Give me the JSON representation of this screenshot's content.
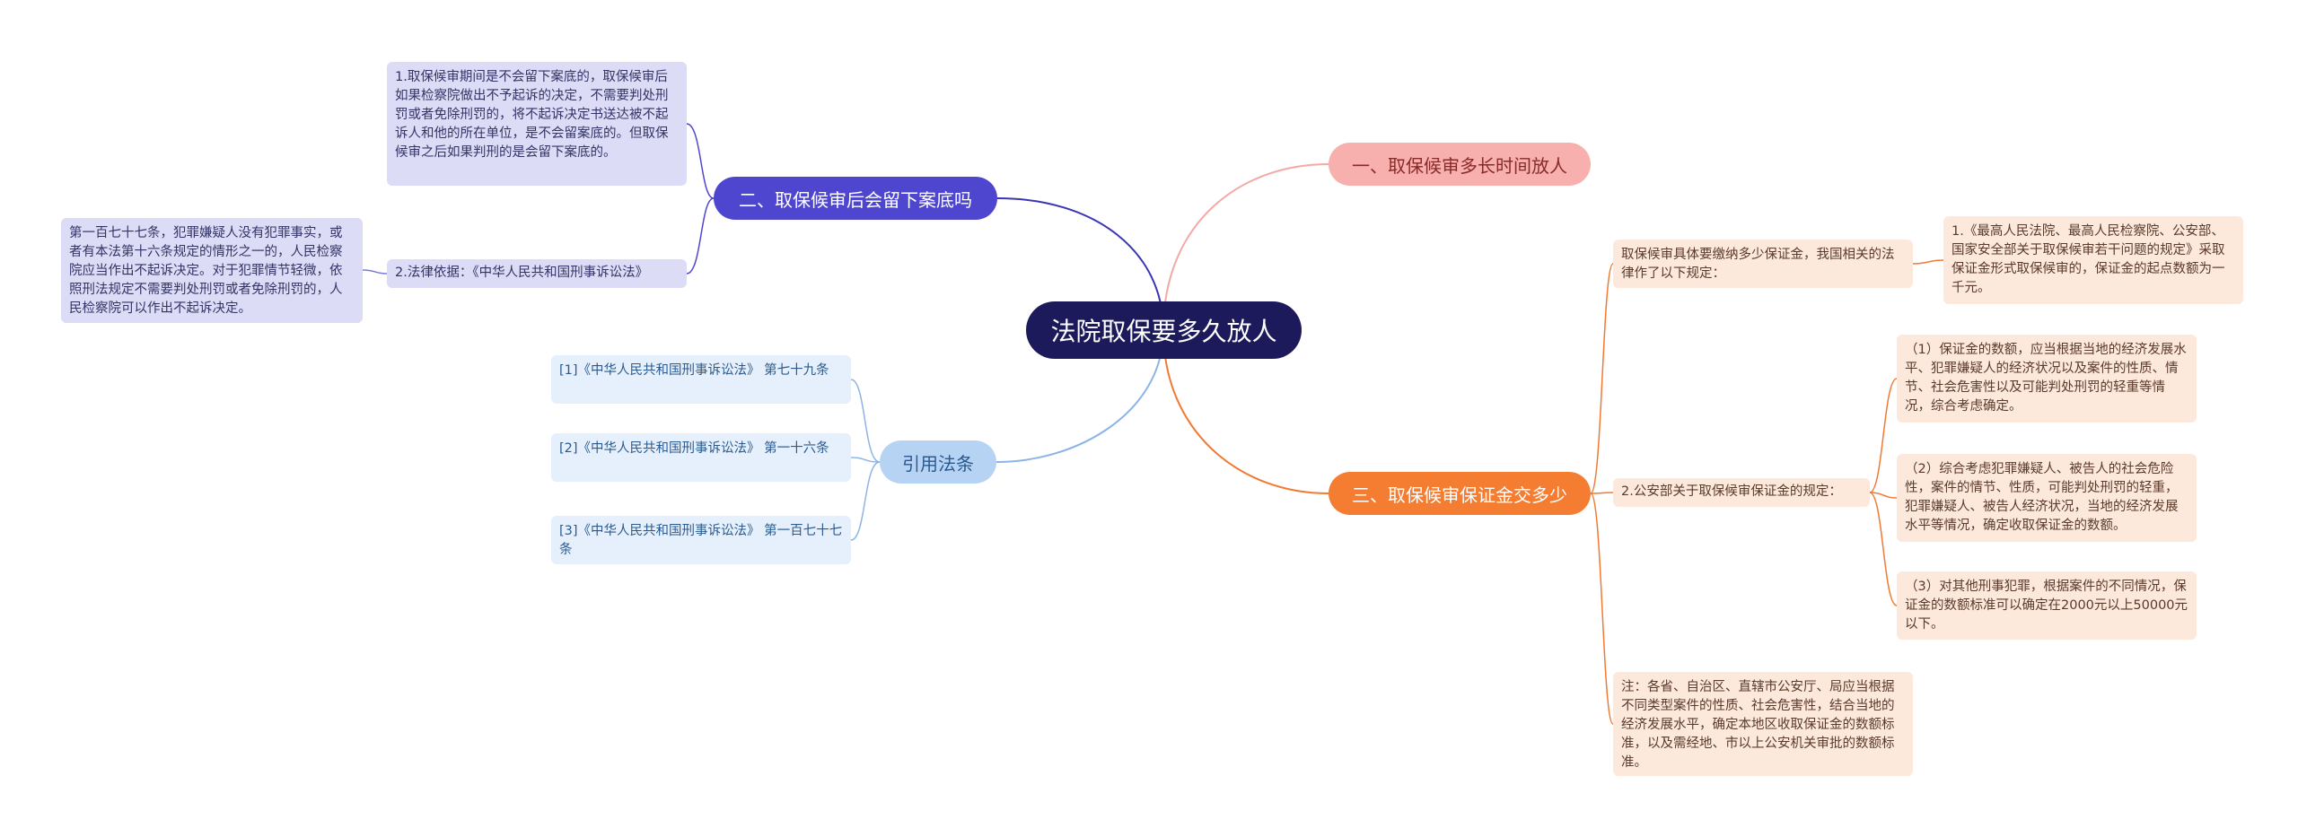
{
  "center": {
    "label": "法院取保要多久放人"
  },
  "branch1": {
    "label": "一、取保候审多长时间放人"
  },
  "branch2": {
    "label": "二、取保候审后会留下案底吗",
    "items": [
      "1.取保候审期间是不会留下案底的，取保候审后如果检察院做出不予起诉的决定，不需要判处刑罚或者免除刑罚的，将不起诉决定书送达被不起诉人和他的所在单位，是不会留案底的。但取保候审之后如果判刑的是会留下案底的。",
      "2.法律依据：《中华人民共和国刑事诉讼法》"
    ],
    "sub_item": "第一百七十七条，犯罪嫌疑人没有犯罪事实，或者有本法第十六条规定的情形之一的，人民检察院应当作出不起诉决定。对于犯罪情节轻微，依照刑法规定不需要判处刑罚或者免除刑罚的，人民检察院可以作出不起诉决定。"
  },
  "branch3": {
    "label": "三、取保候审保证金交多少",
    "intro": "取保候审具体要缴纳多少保证金，我国相关的法律作了以下规定：",
    "intro_detail": "1.《最高人民法院、最高人民检察院、公安部、国家安全部关于取保候审若干问题的规定》采取保证金形式取保候审的，保证金的起点数额为一千元。",
    "police_rule": "2.公安部关于取保候审保证金的规定：",
    "rules": [
      "（1）保证金的数额，应当根据当地的经济发展水平、犯罪嫌疑人的经济状况以及案件的性质、情节、社会危害性以及可能判处刑罚的轻重等情况，综合考虑确定。",
      "（2）综合考虑犯罪嫌疑人、被告人的社会危险性，案件的情节、性质，可能判处刑罚的轻重，犯罪嫌疑人、被告人经济状况，当地的经济发展水平等情况，确定收取保证金的数额。",
      "（3）对其他刑事犯罪，根据案件的不同情况，保证金的数额标准可以确定在2000元以上50000元以下。"
    ],
    "note": "注：各省、自治区、直辖市公安厅、局应当根据不同类型案件的性质、社会危害性，结合当地的经济发展水平，确定本地区收取保证金的数额标准，以及需经地、市以上公安机关审批的数额标准。"
  },
  "branch4": {
    "label": "引用法条",
    "items": [
      "[1]《中华人民共和国刑事诉讼法》 第七十九条",
      "[2]《中华人民共和国刑事诉讼法》 第一十六条",
      "[3]《中华人民共和国刑事诉讼法》 第一百七十七条"
    ]
  },
  "colors": {
    "center": "#1c1a5a",
    "branch1": "#f7b0ae",
    "branch2": "#4f46d0",
    "branch3": "#f57d32",
    "branch4": "#b7d3f4"
  }
}
